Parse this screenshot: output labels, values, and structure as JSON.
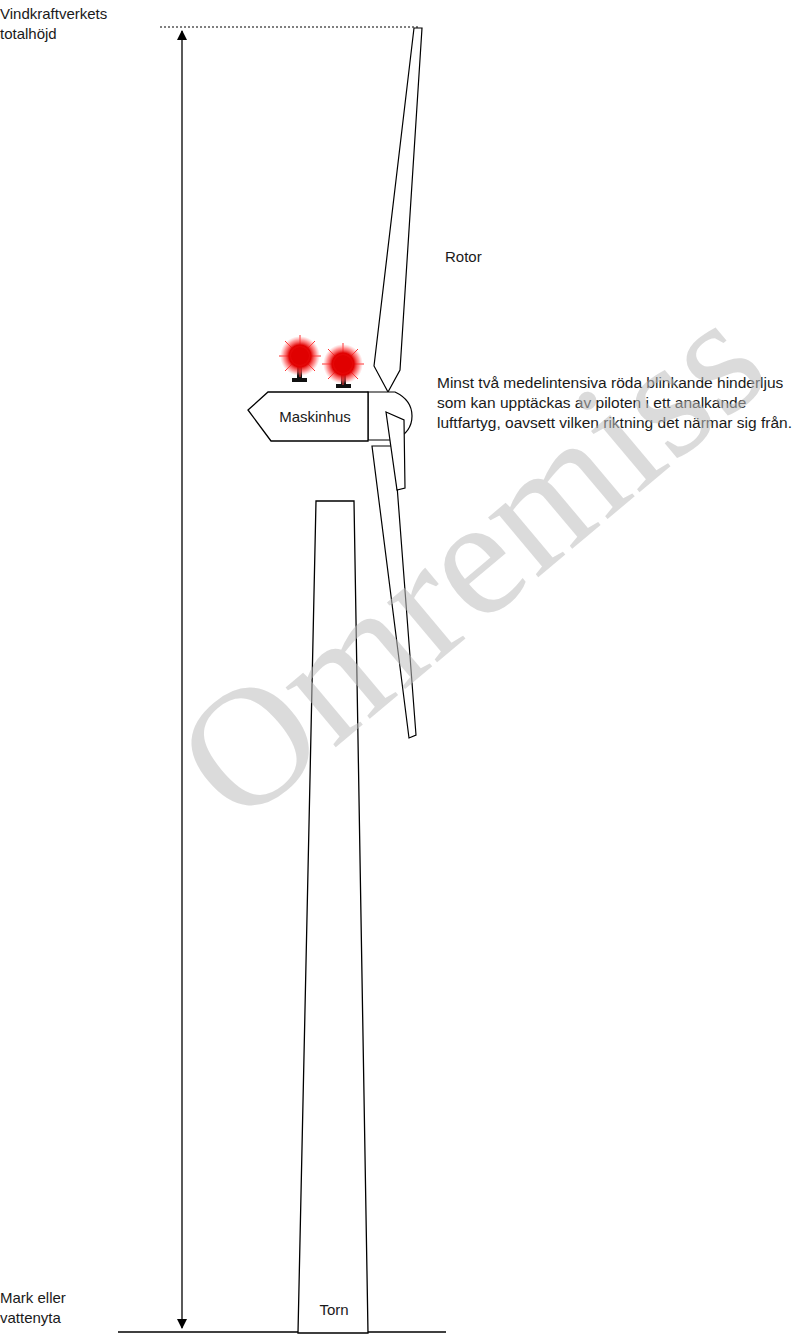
{
  "diagram": {
    "nodes": [
      {
        "text": [
          "Maskinhus"
        ]
      },
      {
        "text": [
          "Torn"
        ]
      }
    ],
    "labels": [
      "Vindkraftverkets totalhöjd",
      "Rotor",
      "Minst två medelintensiva röda blinkande hinderljus som kan upptäckas av piloten i ett analkande luftfartyg, oavsett vilken riktning det närmar sig från.",
      "Mark eller vattenyta",
      "Omremiss"
    ]
  }
}
